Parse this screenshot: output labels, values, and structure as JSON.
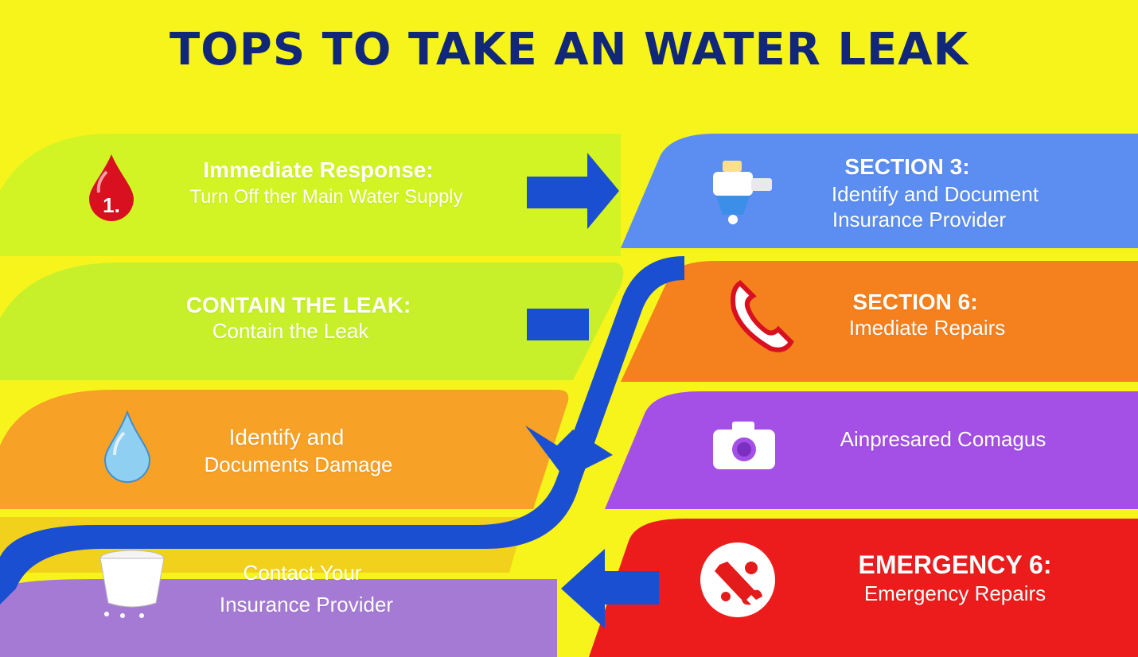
{
  "title": "TOPS TO TAKE AN WATER LEAK",
  "left_steps": [
    {
      "number": "1.",
      "heading": "Immediate Response:",
      "text": "Turn Off ther Main Water Supply",
      "icon": "blood-drop-icon"
    },
    {
      "heading": "CONTAIN THE LEAK:",
      "text": "Contain the Leak"
    },
    {
      "line1": "Identify and",
      "line2": "Documents Damage",
      "icon": "water-drop-icon"
    },
    {
      "line1": "Contact Your",
      "line2": "Insurance Provider",
      "icon": "bucket-icon"
    }
  ],
  "right_steps": [
    {
      "heading": "SECTION 3:",
      "line1": "Identify and Document",
      "line2": "Insurance Provider",
      "icon": "faucet-icon"
    },
    {
      "heading": "SECTION 6:",
      "line1": "Imediate Repairs",
      "icon": "phone-icon"
    },
    {
      "line1": "Ainpresared Comagus",
      "icon": "camera-icon"
    },
    {
      "heading": "EMERGENCY 6:",
      "line1": "Emergency Repairs",
      "icon": "wrench-gear-icon"
    }
  ],
  "colors": {
    "background": "#f7f41c",
    "title": "#10277a",
    "green": "#cdf21e",
    "orange": "#f7a126",
    "purple": "#a44fe6",
    "blue": "#5b8ef0",
    "red": "#ec1c1c",
    "arrow": "#1a4fd1"
  }
}
